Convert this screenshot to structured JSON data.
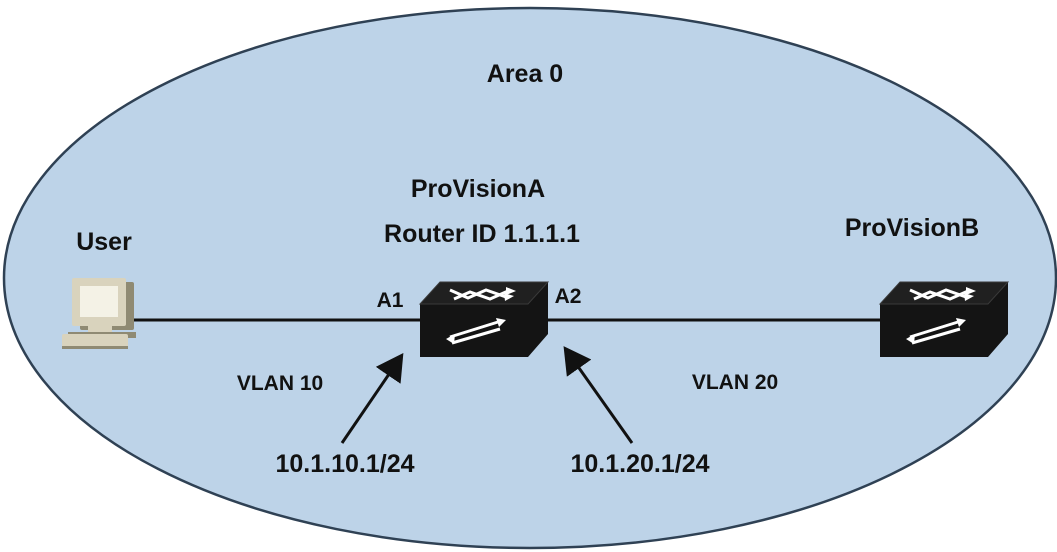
{
  "colors": {
    "area_fill": "#bdd3e8",
    "area_stroke": "#2f4154",
    "link": "#111111",
    "switch_body": "#141414",
    "switch_top": "#202020",
    "switch_glyph": "#ffffff",
    "pc_case": "#d9d3bd",
    "pc_screen": "#f4f2e6",
    "pc_shade": "#8f8a73"
  },
  "area": {
    "label": "Area 0"
  },
  "nodes": {
    "user": {
      "label": "User",
      "icon": "computer-icon"
    },
    "switch_a": {
      "name": "ProVisionA",
      "router_id": "Router ID 1.1.1.1",
      "icon": "network-switch-icon",
      "port_left": "A1",
      "port_right": "A2"
    },
    "switch_b": {
      "name": "ProVisionB",
      "icon": "network-switch-icon"
    }
  },
  "links": {
    "vlan_left": "VLAN 10",
    "vlan_right": "VLAN 20"
  },
  "addresses": {
    "left": "10.1.10.1/24",
    "right": "10.1.20.1/24"
  }
}
